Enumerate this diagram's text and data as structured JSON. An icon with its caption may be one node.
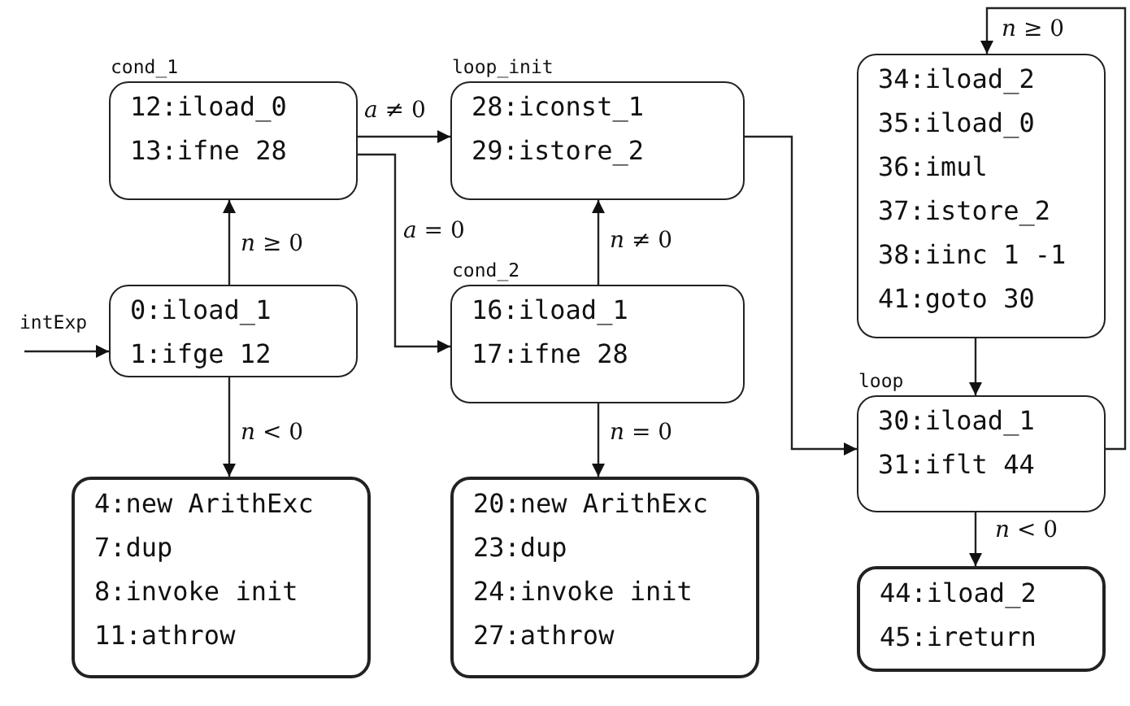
{
  "diagram": {
    "nodes": [
      {
        "text": [
          "0:iload_1",
          "1:ifge 12"
        ]
      },
      {
        "text": [
          "cond_1",
          "12:iload_0",
          "13:ifne 28"
        ]
      },
      {
        "text": [
          "loop_init",
          "28:iconst_1",
          "29:istore_2"
        ]
      },
      {
        "text": [
          "cond_2",
          "16:iload_1",
          "17:ifne 28"
        ]
      },
      {
        "text": [
          "4:new ArithExc",
          "7:dup",
          "8:invoke init",
          "11:athrow"
        ]
      },
      {
        "text": [
          "20:new ArithExc",
          "23:dup",
          "24:invoke init",
          "27:athrow"
        ]
      },
      {
        "text": [
          "34:iload_2",
          "35:iload_0",
          "36:imul",
          "37:istore_2",
          "38:iinc 1 -1",
          "41:goto 30"
        ]
      },
      {
        "text": [
          "loop",
          "30:iload_1",
          "31:iflt 44"
        ]
      },
      {
        "text": [
          "44:iload_2",
          "45:ireturn"
        ]
      }
    ],
    "edges": [
      {
        "from": null,
        "to": 0,
        "arrow": "to",
        "label": "intExp"
      },
      {
        "from": 0,
        "to": 1,
        "arrow": "to",
        "label": "*n* ≥ 0"
      },
      {
        "from": 0,
        "to": 4,
        "arrow": "to",
        "label": "*n* < 0"
      },
      {
        "from": 1,
        "to": 2,
        "arrow": "to",
        "label": "*a* ≠ 0"
      },
      {
        "from": 1,
        "to": 3,
        "arrow": "to",
        "label": "*a* = 0"
      },
      {
        "from": 3,
        "to": 2,
        "arrow": "to",
        "label": "*n* ≠ 0"
      },
      {
        "from": 3,
        "to": 5,
        "arrow": "to",
        "label": "*n* = 0"
      },
      {
        "from": 2,
        "to": 7,
        "arrow": "to"
      },
      {
        "from": 6,
        "to": 7,
        "arrow": "to"
      },
      {
        "from": 7,
        "to": 6,
        "arrow": "to",
        "label": "*n* ≥ 0"
      },
      {
        "from": 7,
        "to": 8,
        "arrow": "to",
        "label": "*n* < 0"
      }
    ]
  }
}
